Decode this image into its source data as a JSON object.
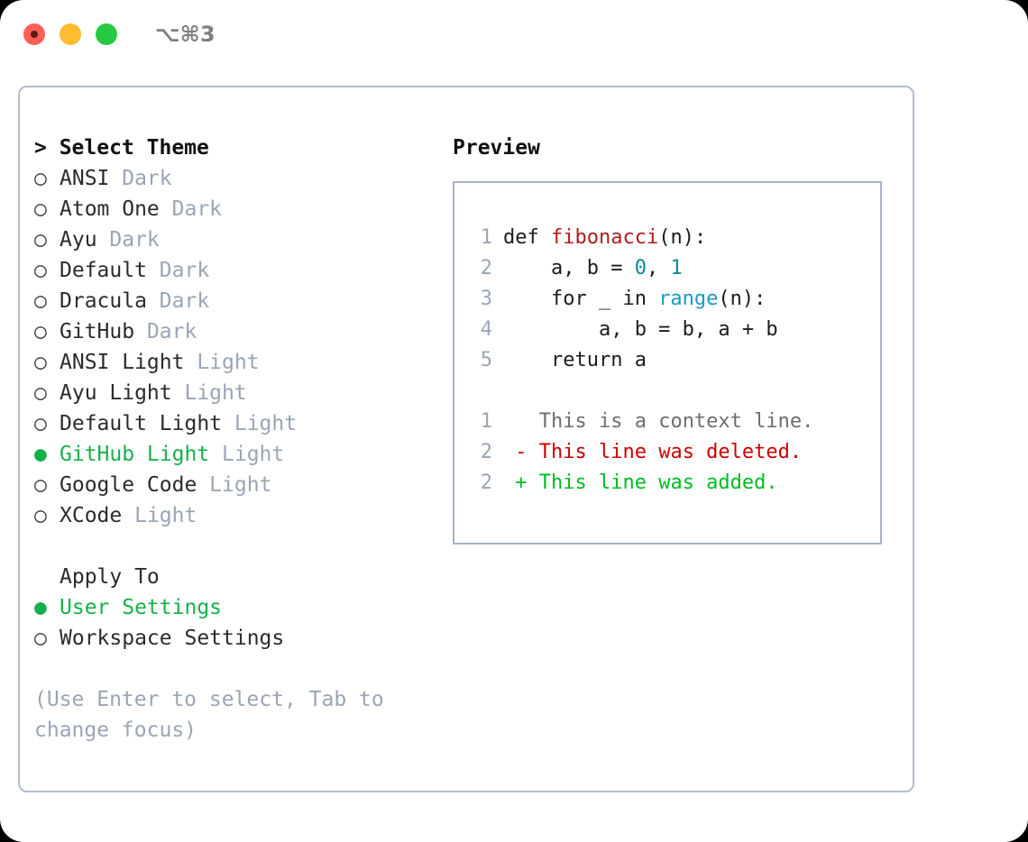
{
  "window": {
    "traffic_lights": [
      "close",
      "minimize",
      "maximize"
    ],
    "shortcut": "⌥⌘3",
    "colors": {
      "close": "#ff5f57",
      "minimize": "#febc2e",
      "maximize": "#28c840",
      "accent_green": "#16b04a",
      "muted": "#9aa5b4",
      "border": "#b4bdcc"
    }
  },
  "theme_panel": {
    "header_prefix": "> ",
    "header": "Select Theme",
    "bullet_selected": "●",
    "bullet_unselected": "○",
    "items": [
      {
        "label": "ANSI",
        "tag": "Dark",
        "selected": false
      },
      {
        "label": "Atom One",
        "tag": "Dark",
        "selected": false
      },
      {
        "label": "Ayu",
        "tag": "Dark",
        "selected": false
      },
      {
        "label": "Default",
        "tag": "Dark",
        "selected": false
      },
      {
        "label": "Dracula",
        "tag": "Dark",
        "selected": false
      },
      {
        "label": "GitHub",
        "tag": "Dark",
        "selected": false
      },
      {
        "label": "ANSI Light",
        "tag": "Light",
        "selected": false
      },
      {
        "label": "Ayu Light",
        "tag": "Light",
        "selected": false
      },
      {
        "label": "Default Light",
        "tag": "Light",
        "selected": false
      },
      {
        "label": "GitHub Light",
        "tag": "Light",
        "selected": true
      },
      {
        "label": "Google Code",
        "tag": "Light",
        "selected": false
      },
      {
        "label": "XCode",
        "tag": "Light",
        "selected": false
      }
    ]
  },
  "apply_to": {
    "label": "Apply To",
    "options": [
      {
        "label": "User Settings",
        "selected": true
      },
      {
        "label": "Workspace Settings",
        "selected": false
      }
    ]
  },
  "hint": "(Use Enter to select, Tab to change focus)",
  "preview": {
    "title": "Preview",
    "code_lines": [
      {
        "number": "1",
        "tokens": [
          {
            "text": "def ",
            "style": "plain"
          },
          {
            "text": "fibonacci",
            "style": "fn"
          },
          {
            "text": "(n):",
            "style": "plain"
          }
        ]
      },
      {
        "number": "2",
        "tokens": [
          {
            "text": "    a, b = ",
            "style": "plain"
          },
          {
            "text": "0",
            "style": "num"
          },
          {
            "text": ", ",
            "style": "plain"
          },
          {
            "text": "1",
            "style": "num"
          }
        ]
      },
      {
        "number": "3",
        "tokens": [
          {
            "text": "    for _ in ",
            "style": "plain"
          },
          {
            "text": "range",
            "style": "call"
          },
          {
            "text": "(n):",
            "style": "plain"
          }
        ]
      },
      {
        "number": "4",
        "tokens": [
          {
            "text": "        a, b = b, a + b",
            "style": "plain"
          }
        ]
      },
      {
        "number": "5",
        "tokens": [
          {
            "text": "    return a",
            "style": "plain"
          }
        ]
      }
    ],
    "diff_lines": [
      {
        "number": "1",
        "marker": "  ",
        "text": "This is a context line.",
        "kind": "context"
      },
      {
        "number": "2",
        "marker": "- ",
        "text": "This line was deleted.",
        "kind": "deleted"
      },
      {
        "number": "2",
        "marker": "+ ",
        "text": "This line was added.",
        "kind": "added"
      }
    ],
    "syntax_colors": {
      "function": "#b11a1a",
      "number": "#0a8a8a",
      "builtin": "#1a9ac4",
      "line_number": "#9aa5b4",
      "diff_context": "#6e6e6e",
      "diff_deleted": "#cc0000",
      "diff_added": "#00bb22"
    }
  }
}
